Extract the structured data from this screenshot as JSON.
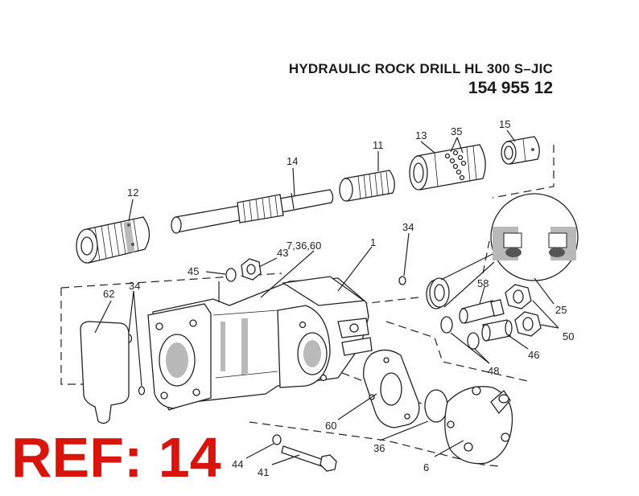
{
  "header": {
    "title": "HYDRAULIC ROCK DRILL HL 300 S–JIC",
    "part_number": "154 955 12"
  },
  "reference": "REF: 14",
  "callouts": {
    "c12": "12",
    "c14": "14",
    "c11": "11",
    "c13": "13",
    "c35": "35",
    "c15": "15",
    "c34a": "34",
    "c34b": "34",
    "c43": "43",
    "c45": "45",
    "c7": "7,36,60",
    "c1": "1",
    "c62": "62",
    "c58": "58",
    "c25": "25",
    "c50": "50",
    "c46": "46",
    "c48": "48",
    "c60": "60",
    "c36": "36",
    "c6": "6",
    "c44": "44",
    "c41": "41"
  },
  "colors": {
    "ref_red": "#d8140c",
    "ink": "#222222",
    "shade": "#b9b9b9"
  }
}
